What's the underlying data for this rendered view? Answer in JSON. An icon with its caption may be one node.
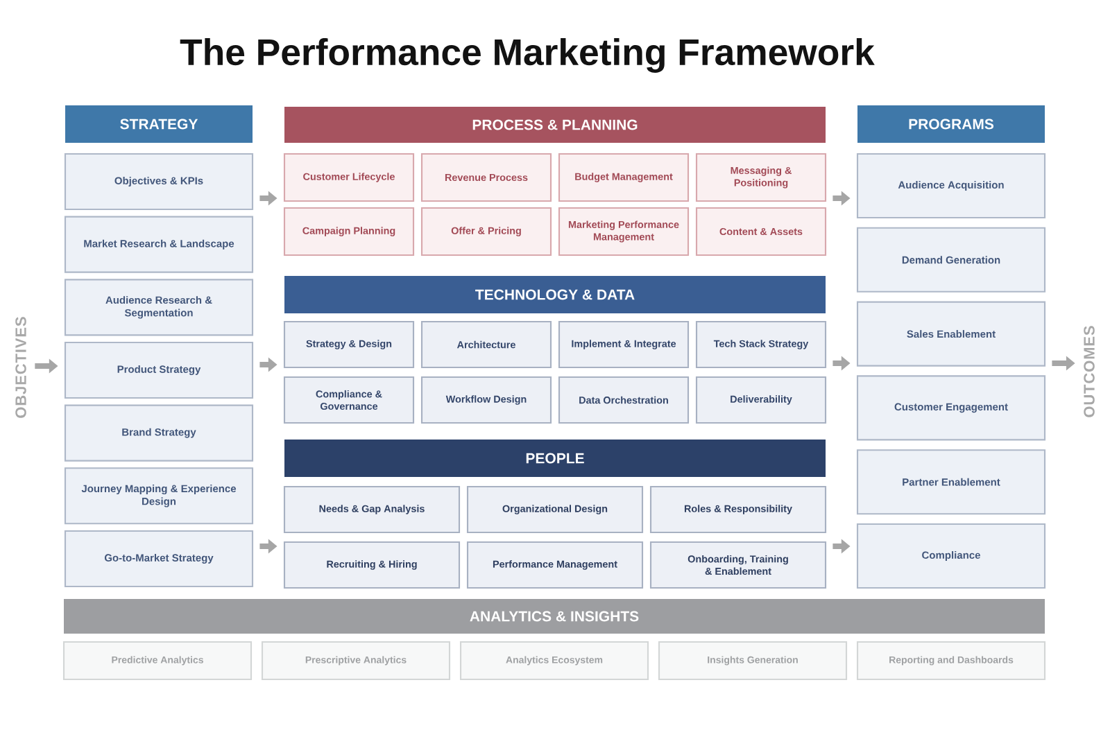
{
  "diagram": {
    "title": "The Performance Marketing Framework",
    "nodes": [
      {
        "text": [
          "OBJECTIVES"
        ]
      },
      {
        "text": [
          "STRATEGY"
        ]
      },
      {
        "text": [
          "Objectives & KPIs"
        ]
      },
      {
        "text": [
          "Market Research & Landscape"
        ]
      },
      {
        "text": [
          "Audience Research & Segmentation"
        ]
      },
      {
        "text": [
          "Product Strategy"
        ]
      },
      {
        "text": [
          "Brand Strategy"
        ]
      },
      {
        "text": [
          "Journey Mapping & Experience Design"
        ]
      },
      {
        "text": [
          "Go-to-Market Strategy"
        ]
      },
      {
        "text": [
          "PROCESS & PLANNING"
        ]
      },
      {
        "text": [
          "Customer Lifecycle"
        ]
      },
      {
        "text": [
          "Revenue Process"
        ]
      },
      {
        "text": [
          "Budget Management"
        ]
      },
      {
        "text": [
          "Messaging & Positioning"
        ]
      },
      {
        "text": [
          "Campaign Planning"
        ]
      },
      {
        "text": [
          "Offer & Pricing"
        ]
      },
      {
        "text": [
          "Marketing Performance Management"
        ]
      },
      {
        "text": [
          "Content & Assets"
        ]
      },
      {
        "text": [
          "TECHNOLOGY & DATA"
        ]
      },
      {
        "text": [
          "Strategy & Design"
        ]
      },
      {
        "text": [
          "Architecture"
        ]
      },
      {
        "text": [
          "Implement & Integrate"
        ]
      },
      {
        "text": [
          "Tech Stack Strategy"
        ]
      },
      {
        "text": [
          "Compliance & Governance"
        ]
      },
      {
        "text": [
          "Workflow Design"
        ]
      },
      {
        "text": [
          "Data Orchestration"
        ]
      },
      {
        "text": [
          "Deliverability"
        ]
      },
      {
        "text": [
          "PEOPLE"
        ]
      },
      {
        "text": [
          "Needs & Gap Analysis"
        ]
      },
      {
        "text": [
          "Organizational Design"
        ]
      },
      {
        "text": [
          "Roles & Responsibility"
        ]
      },
      {
        "text": [
          "Recruiting & Hiring"
        ]
      },
      {
        "text": [
          "Performance Management"
        ]
      },
      {
        "text": [
          "Onboarding, Training & Enablement"
        ]
      },
      {
        "text": [
          "PROGRAMS"
        ]
      },
      {
        "text": [
          "Audience Acquisition"
        ]
      },
      {
        "text": [
          "Demand Generation"
        ]
      },
      {
        "text": [
          "Sales Enablement"
        ]
      },
      {
        "text": [
          "Customer Engagement"
        ]
      },
      {
        "text": [
          "Partner Enablement"
        ]
      },
      {
        "text": [
          "Compliance"
        ]
      },
      {
        "text": [
          "OUTCOMES"
        ]
      },
      {
        "text": [
          "ANALYTICS & INSIGHTS"
        ]
      },
      {
        "text": [
          "Predictive Analytics"
        ]
      },
      {
        "text": [
          "Prescriptive Analytics"
        ]
      },
      {
        "text": [
          "Analytics Ecosystem"
        ]
      },
      {
        "text": [
          "Insights Generation"
        ]
      },
      {
        "text": [
          "Reporting and Dashboards"
        ]
      }
    ],
    "edges": [
      {
        "from": 0,
        "to": 5,
        "arrow": "to"
      },
      {
        "from": 2,
        "to": 10,
        "arrow": "to"
      },
      {
        "from": 5,
        "to": 19,
        "arrow": "to"
      },
      {
        "from": 8,
        "to": 31,
        "arrow": "to"
      },
      {
        "from": 13,
        "to": 35,
        "arrow": "to"
      },
      {
        "from": 22,
        "to": 37,
        "arrow": "to"
      },
      {
        "from": 33,
        "to": 40,
        "arrow": "to"
      },
      {
        "from": 37,
        "to": 41,
        "arrow": "to"
      }
    ]
  }
}
